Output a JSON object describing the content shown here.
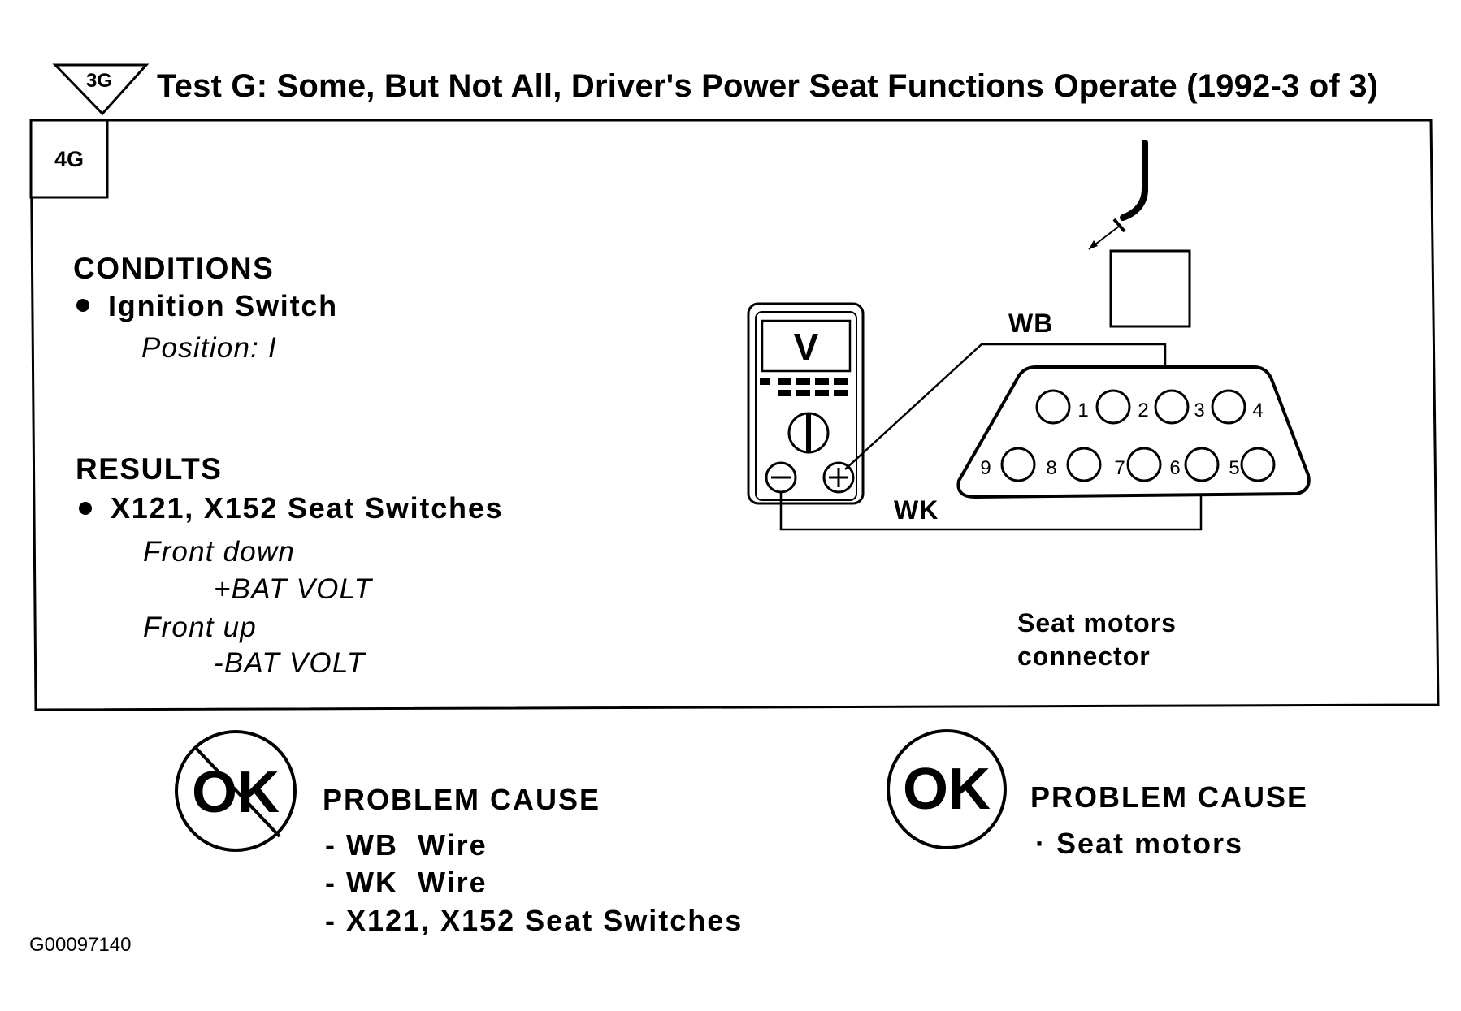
{
  "header": {
    "prev_step_badge": "3G",
    "title": "Test G: Some, But Not All, Driver's Power Seat Functions Operate (1992-3 of 3)"
  },
  "step": {
    "badge": "4G"
  },
  "conditions": {
    "heading": "CONDITIONS",
    "item": "Ignition Switch",
    "detail": "Position: I"
  },
  "results": {
    "heading": "RESULTS",
    "item": "X121, X152 Seat Switches",
    "lines": [
      {
        "label": "Front down",
        "value": "+BAT VOLT"
      },
      {
        "label": "Front up",
        "value": "-BAT VOLT"
      }
    ]
  },
  "meter": {
    "display": "V"
  },
  "wires": {
    "top": "WB",
    "bottom": "WK"
  },
  "connector": {
    "pins_top": [
      "1",
      "2",
      "3",
      "4"
    ],
    "pins_bottom": [
      "9",
      "8",
      "7",
      "6",
      "5"
    ],
    "caption_line1": "Seat motors",
    "caption_line2": "connector"
  },
  "not_ok": {
    "symbol": "OK",
    "heading": "PROBLEM CAUSE",
    "causes": [
      "WB  Wire",
      "WK  Wire",
      "X121, X152 Seat Switches"
    ]
  },
  "ok": {
    "symbol": "OK",
    "heading": "PROBLEM CAUSE",
    "causes": [
      "Seat motors"
    ]
  },
  "figure_id": "G00097140"
}
